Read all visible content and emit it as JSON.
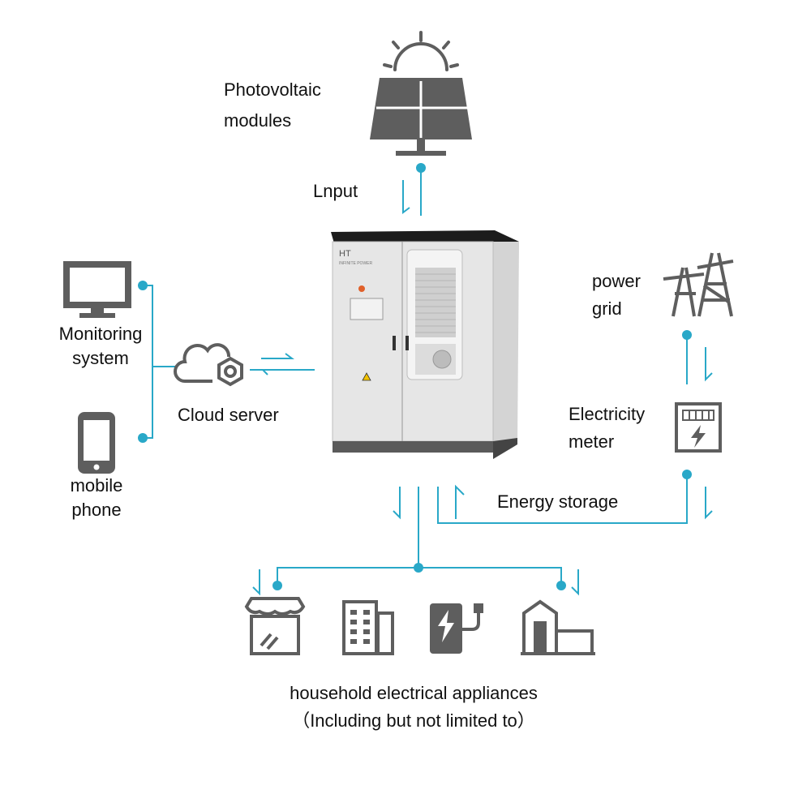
{
  "labels": {
    "photovoltaic_line1": "Photovoltaic",
    "photovoltaic_line2": "modules",
    "input": "Lnput",
    "monitoring_line1": "Monitoring",
    "monitoring_line2": "system",
    "cloud_server": "Cloud server",
    "mobile_line1": "mobile",
    "mobile_line2": "phone",
    "power_line1": "power",
    "power_line2": "grid",
    "meter_line1": "Electricity",
    "meter_line2": "meter",
    "energy_storage": "Energy storage",
    "appliances_line1": "household electrical appliances",
    "appliances_line2": "（Including but not limited to）"
  },
  "cabinet": {
    "brand": "HT",
    "brand_sub": "INFINITE POWER"
  },
  "colors": {
    "line": "#29a8c8",
    "icon": "#5e5e5e",
    "cabinet": "#e4e4e4"
  },
  "icons": [
    "solar-panel-icon",
    "sun-icon",
    "monitor-icon",
    "cloud-server-icon",
    "mobile-phone-icon",
    "transmission-tower-icon",
    "electricity-meter-icon",
    "shop-icon",
    "building-icon",
    "ev-charger-icon",
    "house-icon"
  ]
}
